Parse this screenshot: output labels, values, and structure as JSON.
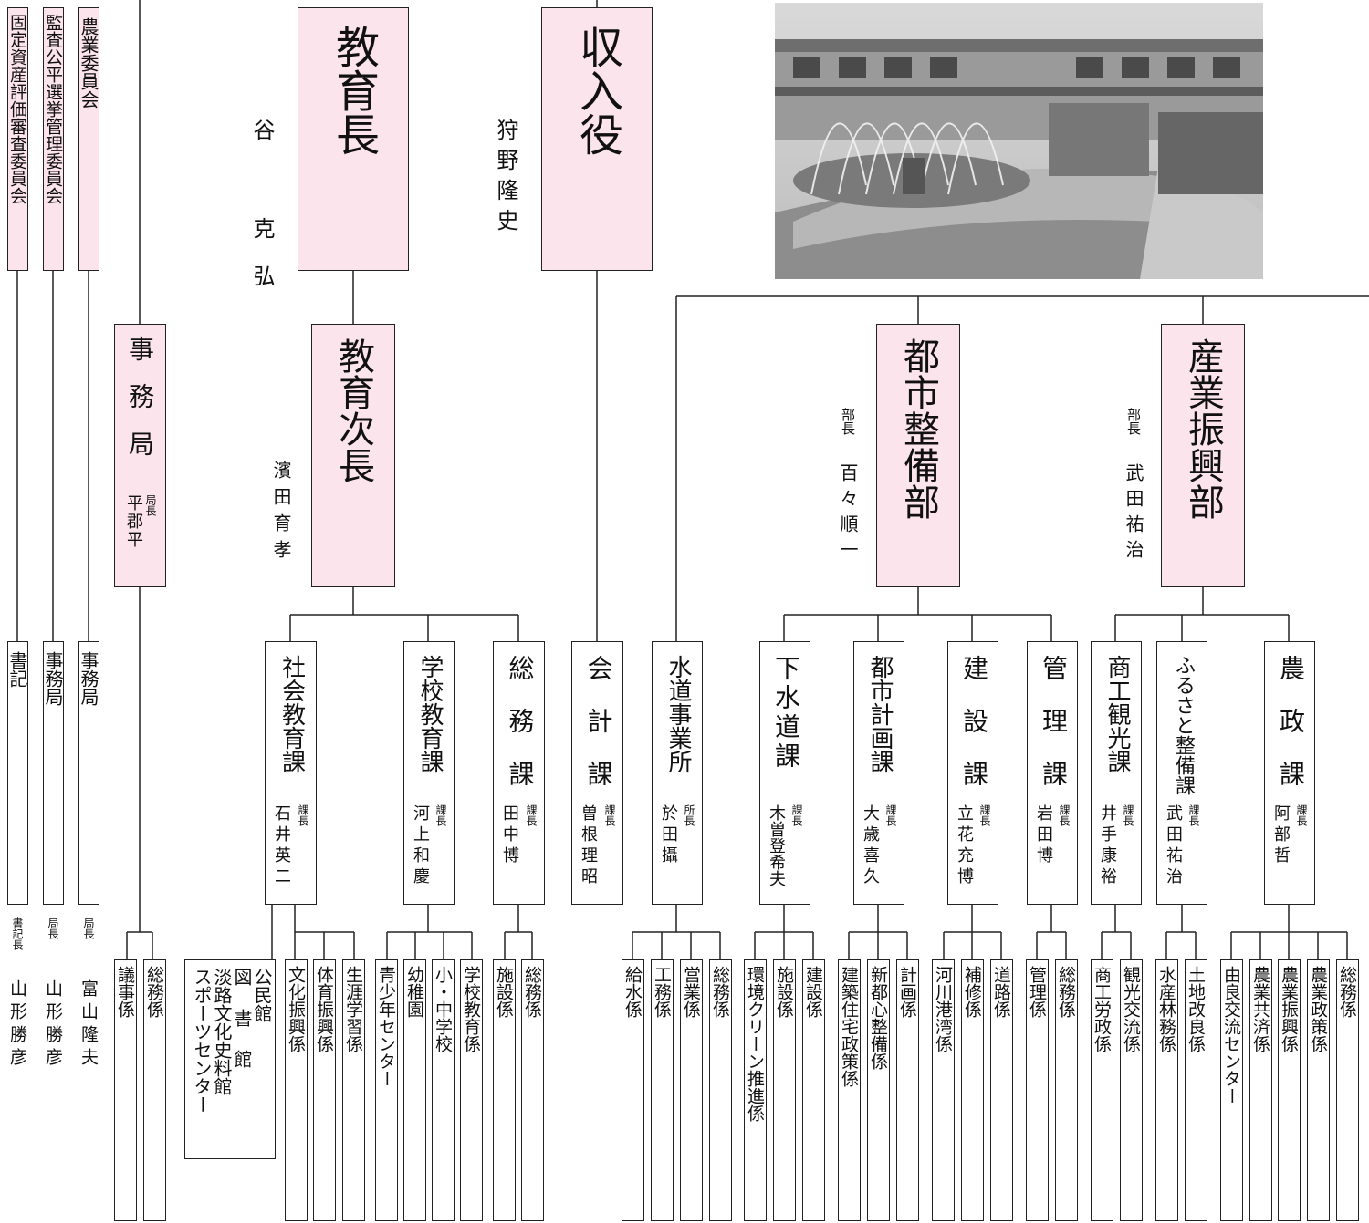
{
  "top": {
    "kyoikucho": {
      "label": "教育長",
      "person": "谷 克弘"
    },
    "shunyuyaku": {
      "label": "収入役",
      "person": "狩野隆史"
    },
    "jicho": {
      "label": "教育次長",
      "person": "濱田育孝"
    }
  },
  "committees": [
    {
      "name": "固定資産評価審査委員会",
      "office": "書記",
      "officer_title": "書記長",
      "officer": "山形勝彦"
    },
    {
      "name": "監査公平選挙管理委員会",
      "office": "事務局",
      "officer_title": "局長",
      "officer": "山形勝彦"
    },
    {
      "name": "農業委員会",
      "office": "事務局",
      "officer_title": "局長",
      "officer": "富山隆夫"
    }
  ],
  "gikai": {
    "label": "事務局",
    "title": "局長",
    "person": "平郡平"
  },
  "departments": {
    "toshi": {
      "label": "都市整備部",
      "title": "部長",
      "person": "百々順一"
    },
    "sangyo": {
      "label": "産業振興部",
      "title": "部長",
      "person": "武田祐治"
    }
  },
  "sections": [
    {
      "name": "社会教育課",
      "title": "課長",
      "person": "石井英二"
    },
    {
      "name": "学校教育課",
      "title": "課長",
      "person": "河上和慶"
    },
    {
      "name": "総務課",
      "title": "課長",
      "person": "田中博"
    },
    {
      "name": "会計課",
      "title": "課長",
      "person": "曽根理昭"
    },
    {
      "name": "水道事業所",
      "title": "所長",
      "person": "於田攝"
    },
    {
      "name": "下水道課",
      "title": "課長",
      "person": "木曽登希夫"
    },
    {
      "name": "都市計画課",
      "title": "課長",
      "person": "大歳喜久"
    },
    {
      "name": "建設課",
      "title": "課長",
      "person": "立花充博"
    },
    {
      "name": "管理課",
      "title": "課長",
      "person": "岩田博"
    },
    {
      "name": "商工観光課",
      "title": "課長",
      "person": "井手康裕"
    },
    {
      "name": "ふるさと整備課",
      "title": "課長",
      "person": "武田祐治"
    },
    {
      "name": "農政課",
      "title": "課長",
      "person": "阿部哲"
    }
  ],
  "facilities": [
    "公民館",
    "図書館",
    "淡路文化史料館",
    "スポーツセンター"
  ],
  "units": [
    "議事係",
    "総務係",
    "文化振興係",
    "体育振興係",
    "生涯学習係",
    "青少年センター",
    "幼稚園",
    "小・中学校",
    "学校教育係",
    "施設係",
    "総務係",
    "給水係",
    "工務係",
    "営業係",
    "総務係",
    "環境クリーン推進係",
    "施設係",
    "建設係",
    "建築住宅政策係",
    "新都心整備係",
    "計画係",
    "河川港湾係",
    "補修係",
    "道路係",
    "管理係",
    "総務係",
    "商工労政係",
    "観光交流係",
    "水産林務係",
    "土地改良係",
    "由良交流センター",
    "農業共済係",
    "農業振興係",
    "農業政策係",
    "総務係"
  ]
}
